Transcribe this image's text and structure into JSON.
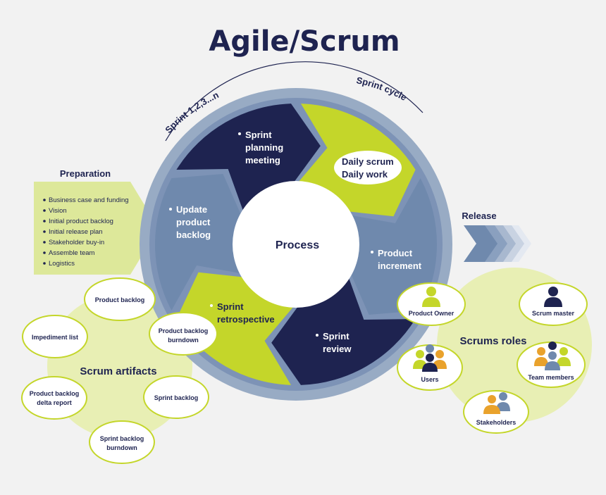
{
  "title": "Agile/Scrum",
  "arc_labels": {
    "left": "Sprint 1,2,3...n",
    "right": "Sprint cycle"
  },
  "center": "Process",
  "segments": [
    {
      "line1": "Sprint",
      "line2": "planning",
      "line3": "meeting"
    },
    {
      "line1": "Daily scrum",
      "line2": "Daily work"
    },
    {
      "line1": "Product",
      "line2": "increment"
    },
    {
      "line1": "Sprint",
      "line2": "review"
    },
    {
      "line1": "Sprint",
      "line2": "retrospective"
    },
    {
      "line1": "Update",
      "line2": "product",
      "line3": "backlog"
    }
  ],
  "preparation": {
    "title": "Preparation",
    "items": [
      "Business case and funding",
      "Vision",
      "Initial product backlog",
      "Initial release plan",
      "Stakeholder buy-in",
      "Assemble team",
      "Logistics"
    ]
  },
  "release": {
    "title": "Release"
  },
  "artifacts": {
    "title": "Scrum artifacts",
    "items": [
      "Product backlog",
      "Impediment list",
      "Product backlog burndown",
      "Product backlog delta report",
      "Sprint backlog",
      "Sprint backlog burndown"
    ]
  },
  "roles": {
    "title": "Scrums roles",
    "items": [
      "Product Owner",
      "Scrum master",
      "Users",
      "Team members",
      "Stakeholders"
    ]
  },
  "colors": {
    "navy": "#1e2350",
    "lime": "#c4d62a",
    "slate": "#6f89ad",
    "ring": "#98abc4",
    "light_green": "#e8efb4",
    "bg": "#f2f2f2"
  }
}
